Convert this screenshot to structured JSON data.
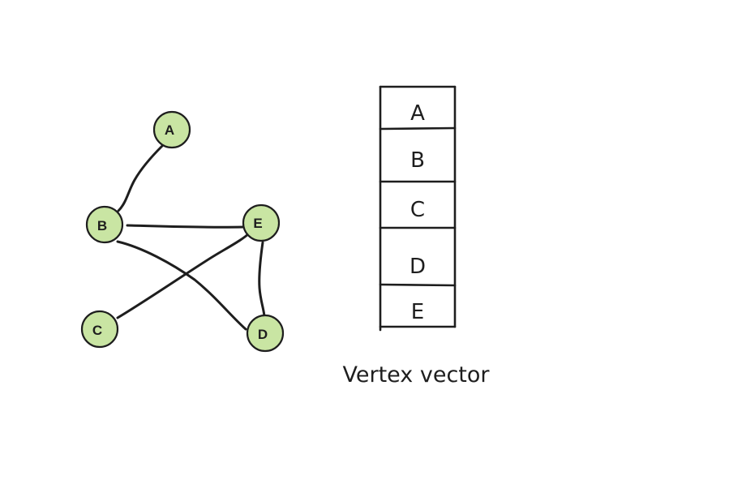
{
  "graph": {
    "nodes": [
      {
        "id": "A",
        "label": "A"
      },
      {
        "id": "B",
        "label": "B"
      },
      {
        "id": "E",
        "label": "E"
      },
      {
        "id": "C",
        "label": "C"
      },
      {
        "id": "D",
        "label": "D"
      }
    ],
    "edges": [
      {
        "from": "A",
        "to": "B"
      },
      {
        "from": "B",
        "to": "E"
      },
      {
        "from": "B",
        "to": "D"
      },
      {
        "from": "C",
        "to": "E"
      },
      {
        "from": "E",
        "to": "D"
      }
    ]
  },
  "vertex_vector": {
    "cells": [
      "A",
      "B",
      "C",
      "D",
      "E"
    ],
    "caption": "Vertex vector"
  },
  "colors": {
    "node_fill": "#c9e5a3",
    "stroke": "#1e1e1e",
    "background": "#ffffff"
  }
}
